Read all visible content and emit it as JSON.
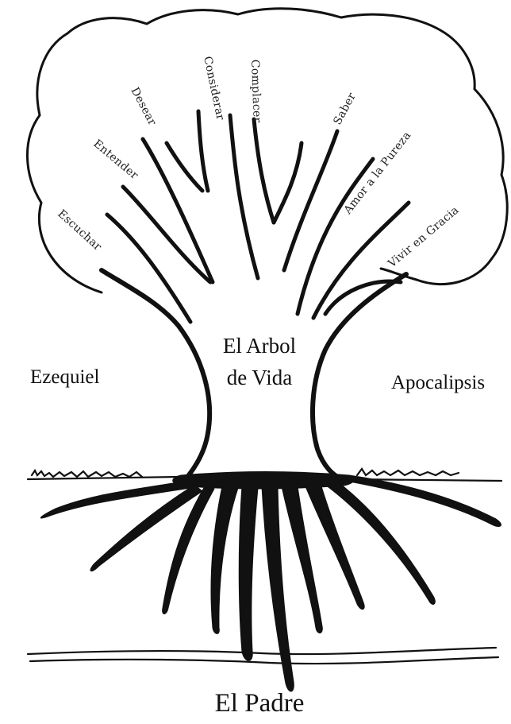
{
  "diagram": {
    "center_title_line1": "El Arbol",
    "center_title_line2": "de Vida",
    "left_label": "Ezequiel",
    "right_label": "Apocalipsis",
    "bottom_label": "El Padre",
    "branches": [
      {
        "id": "escuchar",
        "label": "Escuchar"
      },
      {
        "id": "entender",
        "label": "Entender"
      },
      {
        "id": "desear",
        "label": "Desear"
      },
      {
        "id": "considerar",
        "label": "Considerar"
      },
      {
        "id": "complacer",
        "label": "Complacer"
      },
      {
        "id": "saber",
        "label": "Saber"
      },
      {
        "id": "amor",
        "label": "Amor a la Pureza"
      },
      {
        "id": "vivir",
        "label": "Vivir en Gracia"
      }
    ],
    "colors": {
      "ink": "#111111",
      "background": "#ffffff"
    }
  }
}
